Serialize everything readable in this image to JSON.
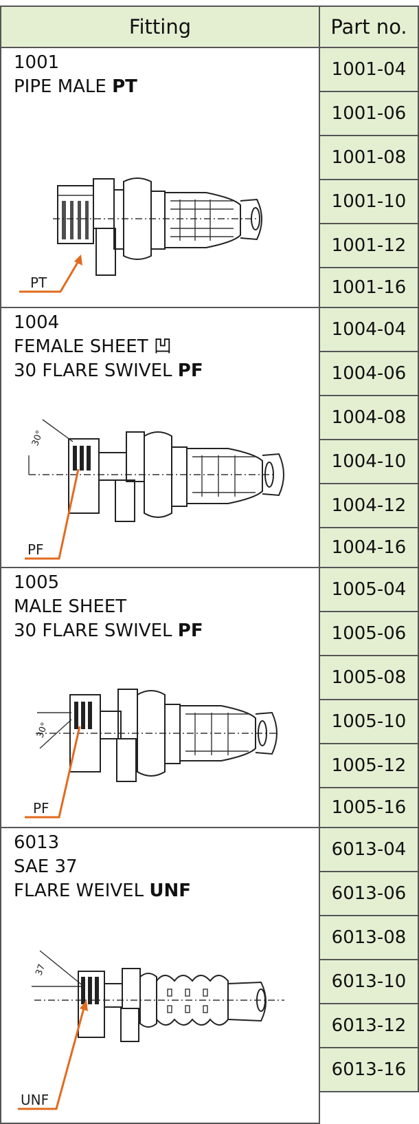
{
  "headers": {
    "fitting": "Fitting",
    "part_no": "Part no."
  },
  "groups": [
    {
      "code": "1001",
      "line2": "PIPE MALE ",
      "line2_bold": "PT",
      "line3": "",
      "line3_bold": "",
      "callout": "PT",
      "parts": [
        "1001-04",
        "1001-06",
        "1001-08",
        "1001-10",
        "1001-12",
        "1001-16"
      ]
    },
    {
      "code": "1004",
      "line2": "FEMALE SHEET 凹",
      "line2_bold": "",
      "line3": "30 FLARE SWIVEL ",
      "line3_bold": "PF",
      "callout": "PF",
      "angle": "30°",
      "parts": [
        "1004-04",
        "1004-06",
        "1004-08",
        "1004-10",
        "1004-12",
        "1004-16"
      ]
    },
    {
      "code": "1005",
      "line2": "MALE SHEET",
      "line2_bold": "",
      "line3": "30 FLARE SWIVEL ",
      "line3_bold": "PF",
      "callout": "PF",
      "angle": "30°",
      "parts": [
        "1005-04",
        "1005-06",
        "1005-08",
        "1005-10",
        "1005-12",
        "1005-16"
      ]
    },
    {
      "code": "6013",
      "line2": "SAE 37",
      "line2_bold": "",
      "line3": "FLARE WEIVEL ",
      "line3_bold": "UNF",
      "callout": "UNF",
      "angle": "37",
      "parts": [
        "6013-04",
        "6013-06",
        "6013-08",
        "6013-10",
        "6013-12",
        "6013-16"
      ]
    }
  ]
}
